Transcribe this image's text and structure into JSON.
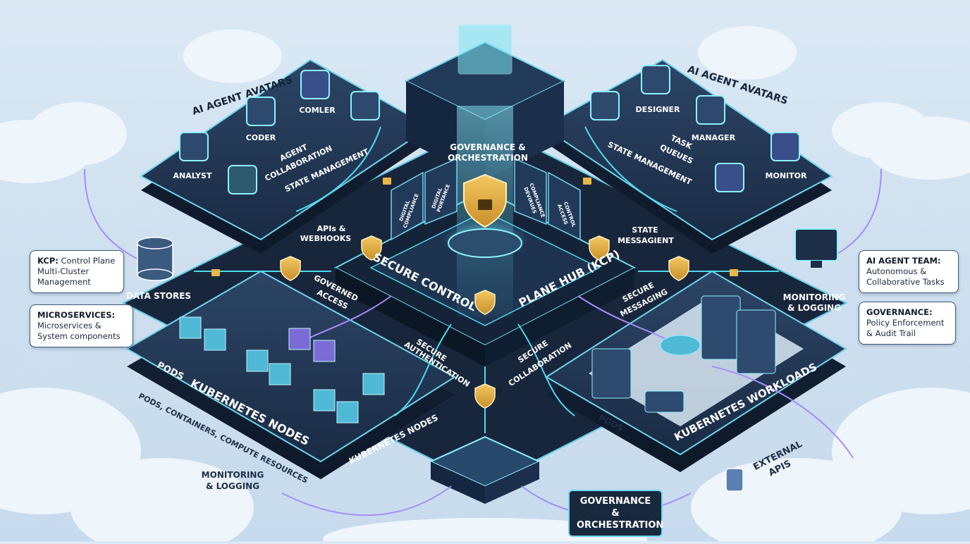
{
  "hub": {
    "title_left": "SECURE CONTROL",
    "title_right": "PLANE HUB (KCP)",
    "governance": "GOVERNANCE &",
    "orchestration": "ORCHESTRATION",
    "panel_left_1": "DIGITAL",
    "panel_left_2": "COMPLIANCE",
    "panel_mid_1": "DIGITAL",
    "panel_mid_2": "PORTANCE",
    "panel_right_1": "DEVIRUES",
    "panel_right_2": "COMPLIANCE",
    "panel_access_1": "ACCESS",
    "panel_access_2": "CONTROL"
  },
  "left_team": {
    "title": "AI AGENT AVATARS",
    "analyst": "ANALYST",
    "coder": "CODER",
    "comler": "COMLER",
    "agent": "AGENT",
    "collaboration": "COLLABORATION",
    "state_management": "STATE MANAGEMENT"
  },
  "right_team": {
    "title": "AI AGENT AVATARS",
    "designer": "DESIGNER",
    "manager": "MANAGER",
    "monitor": "MONITOR",
    "task": "TASK",
    "queues": "QUEUES",
    "state_management": "STATE MANAGEMENT"
  },
  "flows": {
    "apis": "APIs &",
    "webhooks": "WEBHOOKS",
    "state": "STATE",
    "messagient": "MESSAGIENT",
    "governed": "GOVERNED",
    "access": "ACCESS",
    "secure_msg_1": "SECURE",
    "secure_msg_2": "MESSAGING",
    "secure_auth_1": "SECURE",
    "secure_auth_2": "AUTHENTICATION",
    "secure_collab_1": "SECURE",
    "secure_collab_2": "COLLABORATION"
  },
  "left_nodes": {
    "data_stores": "DATA STORES",
    "pods": "PODS",
    "kubernetes_nodes": "KUBERNETES NODES",
    "subtitle": "PODS, CONTAINERS, COMPUTE RESOURCES",
    "kubernetes_nodes_2": "KUBERNETES NODES",
    "monitoring": "MONITORING",
    "logging": "& LOGGING"
  },
  "right_nodes": {
    "monitoring": "MONITORING",
    "logging": "& LOGGING",
    "pods": "PODS",
    "workloads": "KUBERNETES WORKLOADS",
    "external": "EXTERNAL",
    "apis": "APIS"
  },
  "callouts": {
    "kcp": {
      "head": "KCP:",
      "line1": "Control Plane",
      "line2": "Multi-Cluster",
      "line3": "Management"
    },
    "micro": {
      "head": "MICROSERVICES:",
      "line1": "Microservices &",
      "line2": "System components"
    },
    "team": {
      "head": "AI AGENT TEAM:",
      "line1": "Autonomous &",
      "line2": "Collaborative Tasks"
    },
    "gov": {
      "head": "GOVERNANCE:",
      "line1": "Policy Enforcement",
      "line2": "& Audit Trail"
    }
  },
  "bottom_badge": {
    "line1": "GOVERNANCE &",
    "line2": "ORCHESTRATION"
  },
  "colors": {
    "platform": "#1d2f48",
    "platform_edge": "#6fd6ee",
    "accent_cyan": "#4fd9f0",
    "accent_purple": "#a78bfa",
    "shield": "#e8b64a"
  }
}
